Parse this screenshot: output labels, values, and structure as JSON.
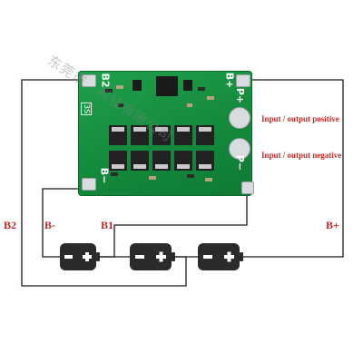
{
  "board": {
    "silkscreen": {
      "b2": "B2",
      "b_minus": "B−",
      "p_plus": "P+",
      "p_minus": "P−",
      "b_plus": "B+",
      "mark": "3S"
    }
  },
  "terminals": {
    "b2": "B2",
    "b_minus": "B-",
    "b1": "B1",
    "b_plus": "B+"
  },
  "io_labels": {
    "positive": "Input / output positive",
    "negative": "Input / output negative"
  },
  "batteries": [
    {
      "minus": "−",
      "plus": "+"
    },
    {
      "minus": "−",
      "plus": "+"
    },
    {
      "minus": "−",
      "plus": "+"
    }
  ],
  "watermark": "东莞市…科技有限公司",
  "colors": {
    "pcb_green": "#16913f",
    "label_red": "#c62828",
    "battery_dark": "#2b2b2b",
    "wire": "#1a1a1a"
  }
}
